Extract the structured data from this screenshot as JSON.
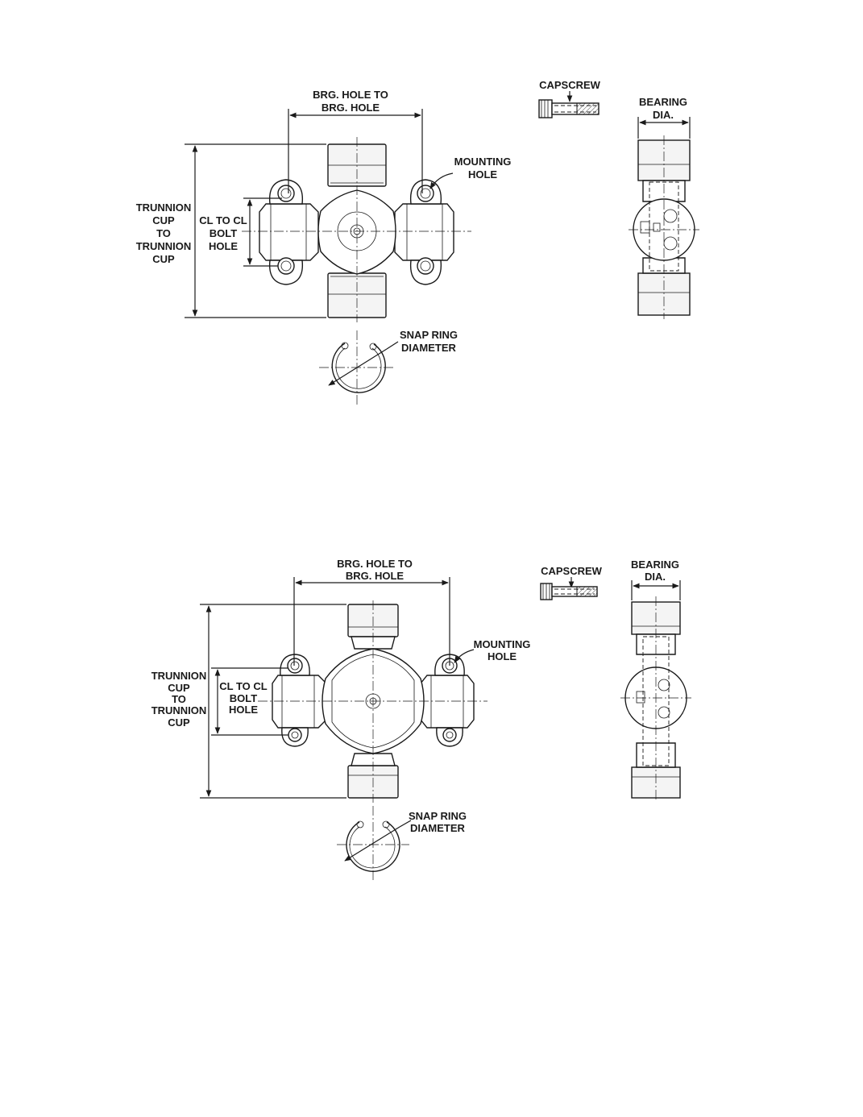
{
  "diagrams": [
    {
      "brg_hole_label": [
        "BRG. HOLE TO",
        "BRG. HOLE"
      ],
      "capscrew_label": "CAPSCREW",
      "bearing_dia_label": [
        "BEARING",
        "DIA."
      ],
      "mounting_hole_label": [
        "MOUNTING",
        "HOLE"
      ],
      "trunnion_label": [
        "TRUNNION",
        "CUP",
        "TO",
        "TRUNNION",
        "CUP"
      ],
      "cl_bolt_label": [
        "CL TO CL",
        "BOLT",
        "HOLE"
      ],
      "snap_ring_label": [
        "SNAP RING",
        "DIAMETER"
      ]
    },
    {
      "brg_hole_label": [
        "BRG. HOLE TO",
        "BRG. HOLE"
      ],
      "capscrew_label": "CAPSCREW",
      "bearing_dia_label": [
        "BEARING",
        "DIA."
      ],
      "mounting_hole_label": [
        "MOUNTING",
        "HOLE"
      ],
      "trunnion_label": [
        "TRUNNION",
        "CUP",
        "TO",
        "TRUNNION",
        "CUP"
      ],
      "cl_bolt_label": [
        "CL TO CL",
        "BOLT",
        "HOLE"
      ],
      "snap_ring_label": [
        "SNAP RING",
        "DIAMETER"
      ]
    }
  ]
}
